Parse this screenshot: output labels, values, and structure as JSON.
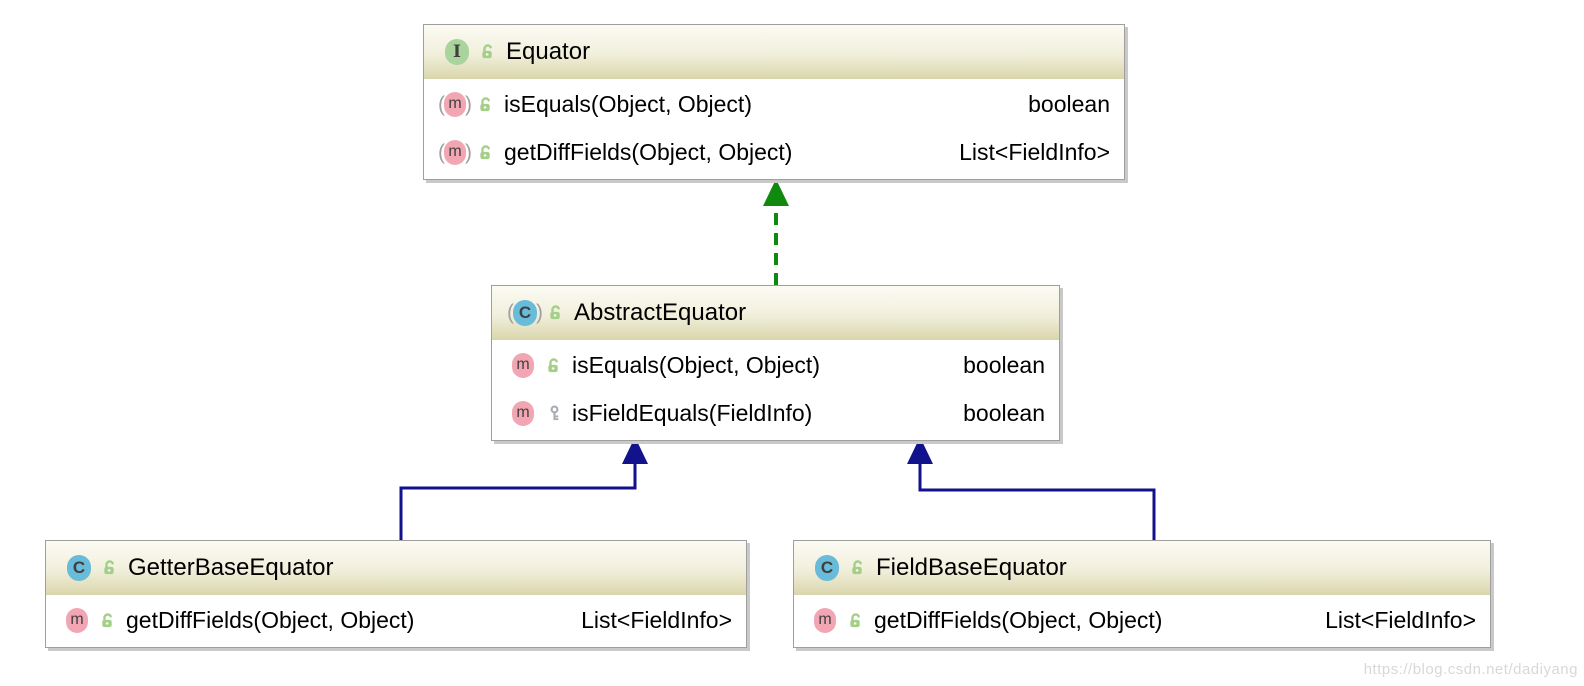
{
  "diagram": {
    "watermark": "https://blog.csdn.net/dadiyang",
    "icons": {
      "method_letter": "m",
      "paren_open": "(",
      "paren_close": ")",
      "interface_badge": "interface-icon",
      "class_badge": "class-icon",
      "public_icon": "open-lock-icon",
      "protected_icon": "key-icon"
    },
    "colors": {
      "header_gradient_top": "#fcfbf4",
      "header_gradient_bottom": "#dbd7ae",
      "node_border": "#9f9f9f",
      "node_shadow": "#c9c9c9",
      "interface_badge": "#a9d49b",
      "class_badge": "#68bbd9",
      "method_badge": "#f2a6b4",
      "public_lock": "#a3cf87",
      "protected_key": "#a7aeb3",
      "implements_edge": "#0f8a0f",
      "extends_edge": "#12128c",
      "watermark": "#d8d8d8"
    },
    "classes": [
      {
        "name": "Equator",
        "kind": "interface",
        "badge_letter": "I",
        "visibility": "public",
        "methods": [
          {
            "signature": "isEquals(Object, Object)",
            "return_type": "boolean",
            "visibility": "public"
          },
          {
            "signature": "getDiffFields(Object, Object)",
            "return_type": "List<FieldInfo>",
            "visibility": "public"
          }
        ]
      },
      {
        "name": "AbstractEquator",
        "kind": "abstract-class",
        "badge_letter": "C",
        "visibility": "public",
        "methods": [
          {
            "signature": "isEquals(Object, Object)",
            "return_type": "boolean",
            "visibility": "public"
          },
          {
            "signature": "isFieldEquals(FieldInfo)",
            "return_type": "boolean",
            "visibility": "protected"
          }
        ]
      },
      {
        "name": "GetterBaseEquator",
        "kind": "class",
        "badge_letter": "C",
        "visibility": "public",
        "methods": [
          {
            "signature": "getDiffFields(Object, Object)",
            "return_type": "List<FieldInfo>",
            "visibility": "public"
          }
        ]
      },
      {
        "name": "FieldBaseEquator",
        "kind": "class",
        "badge_letter": "C",
        "visibility": "public",
        "methods": [
          {
            "signature": "getDiffFields(Object, Object)",
            "return_type": "List<FieldInfo>",
            "visibility": "public"
          }
        ]
      }
    ],
    "relations": [
      {
        "from": "AbstractEquator",
        "to": "Equator",
        "type": "implements",
        "line": "dashed-green"
      },
      {
        "from": "GetterBaseEquator",
        "to": "AbstractEquator",
        "type": "extends",
        "line": "solid-navy"
      },
      {
        "from": "FieldBaseEquator",
        "to": "AbstractEquator",
        "type": "extends",
        "line": "solid-navy"
      }
    ]
  }
}
